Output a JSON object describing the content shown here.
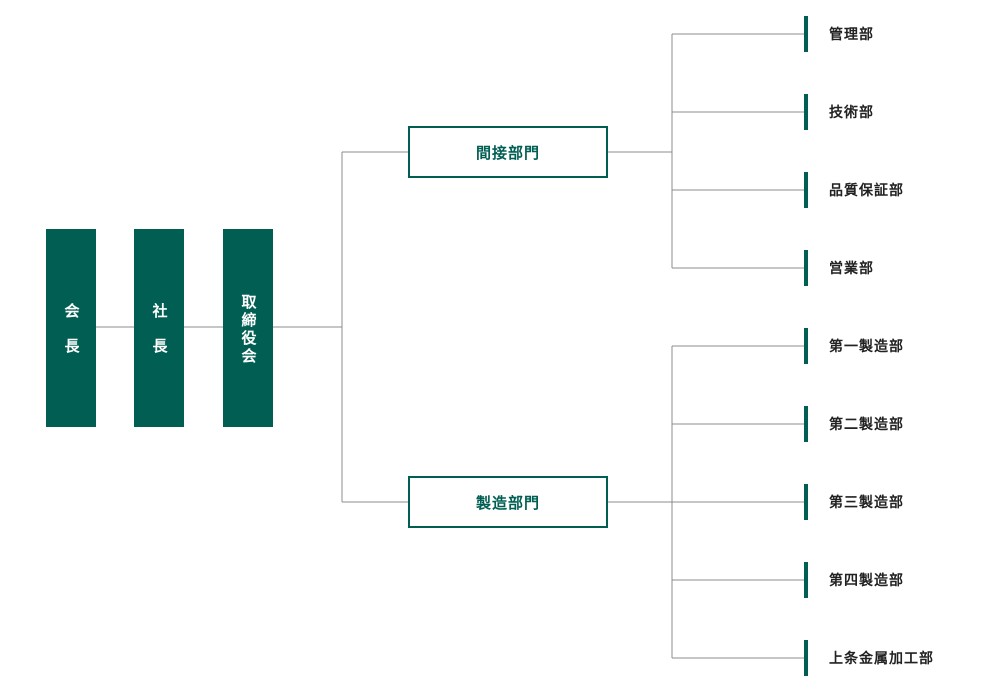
{
  "executives": {
    "chairman": "会長",
    "president": "社長",
    "board": "取締役会"
  },
  "divisions": {
    "indirect": "間接部門",
    "manufacturing": "製造部門"
  },
  "departments": {
    "indirect": [
      "管理部",
      "技術部",
      "品質保証部",
      "営業部"
    ],
    "manufacturing": [
      "第一製造部",
      "第二製造部",
      "第三製造部",
      "第四製造部",
      "上条金属加工部"
    ]
  },
  "colors": {
    "primary": "#005e52",
    "line": "#8c8c8c",
    "text": "#222222"
  }
}
